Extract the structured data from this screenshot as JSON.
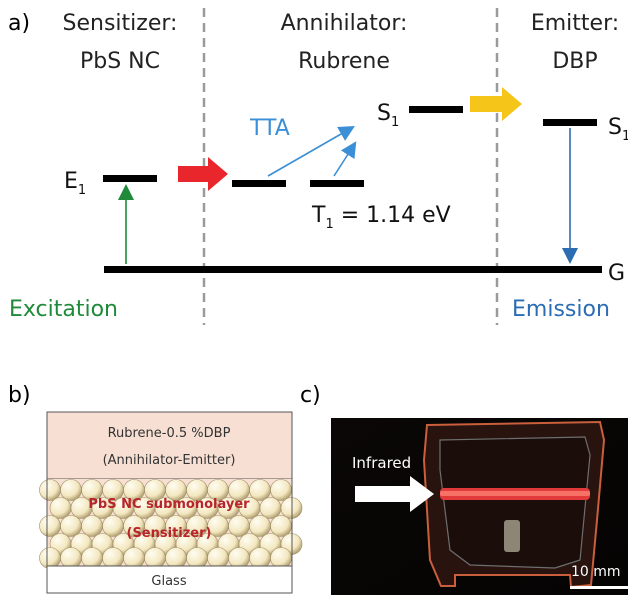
{
  "panel_a": {
    "label": "a)",
    "columns": [
      {
        "line1": "Sensitizer:",
        "line2": "PbS NC"
      },
      {
        "line1": "Annihilator:",
        "line2": "Rubrene"
      },
      {
        "line1": "Emitter:",
        "line2": "DBP"
      }
    ],
    "levels": {
      "e1": {
        "base": "E",
        "sub": "1"
      },
      "s1": {
        "base": "S",
        "sub": "1"
      },
      "emitter_s": {
        "base": "S",
        "sub": "1"
      },
      "ground": "G",
      "t1": {
        "base": "T",
        "sub": "1",
        "value": " = 1.14 eV"
      }
    },
    "tta": "TTA",
    "excitation": "Excitation",
    "emission": "Emission",
    "colors": {
      "level": "#000000",
      "excitation": "#1f8a3a",
      "transfer_red": "#e8262b",
      "transfer_yellow": "#f5c51a",
      "tta_blue": "#3b8fd6",
      "emission_blue": "#2b6cb3",
      "divider": "#9a9a9a"
    }
  },
  "panel_b": {
    "label": "b)",
    "layer_top_line1": "Rubrene-0.5 %DBP",
    "layer_top_line2": "(Annihilator-Emitter)",
    "layer_mid_line1": "PbS NC submonolayer",
    "layer_mid_line2": "(Sensitizer)",
    "layer_bottom": "Glass",
    "colors": {
      "top_fill": "#f7e0d3",
      "sensitizer_text": "#b8242b",
      "sphere": "#f3e7bf"
    }
  },
  "panel_c": {
    "label": "c)",
    "arrow_label": "Infrared",
    "scale": "10 mm"
  }
}
